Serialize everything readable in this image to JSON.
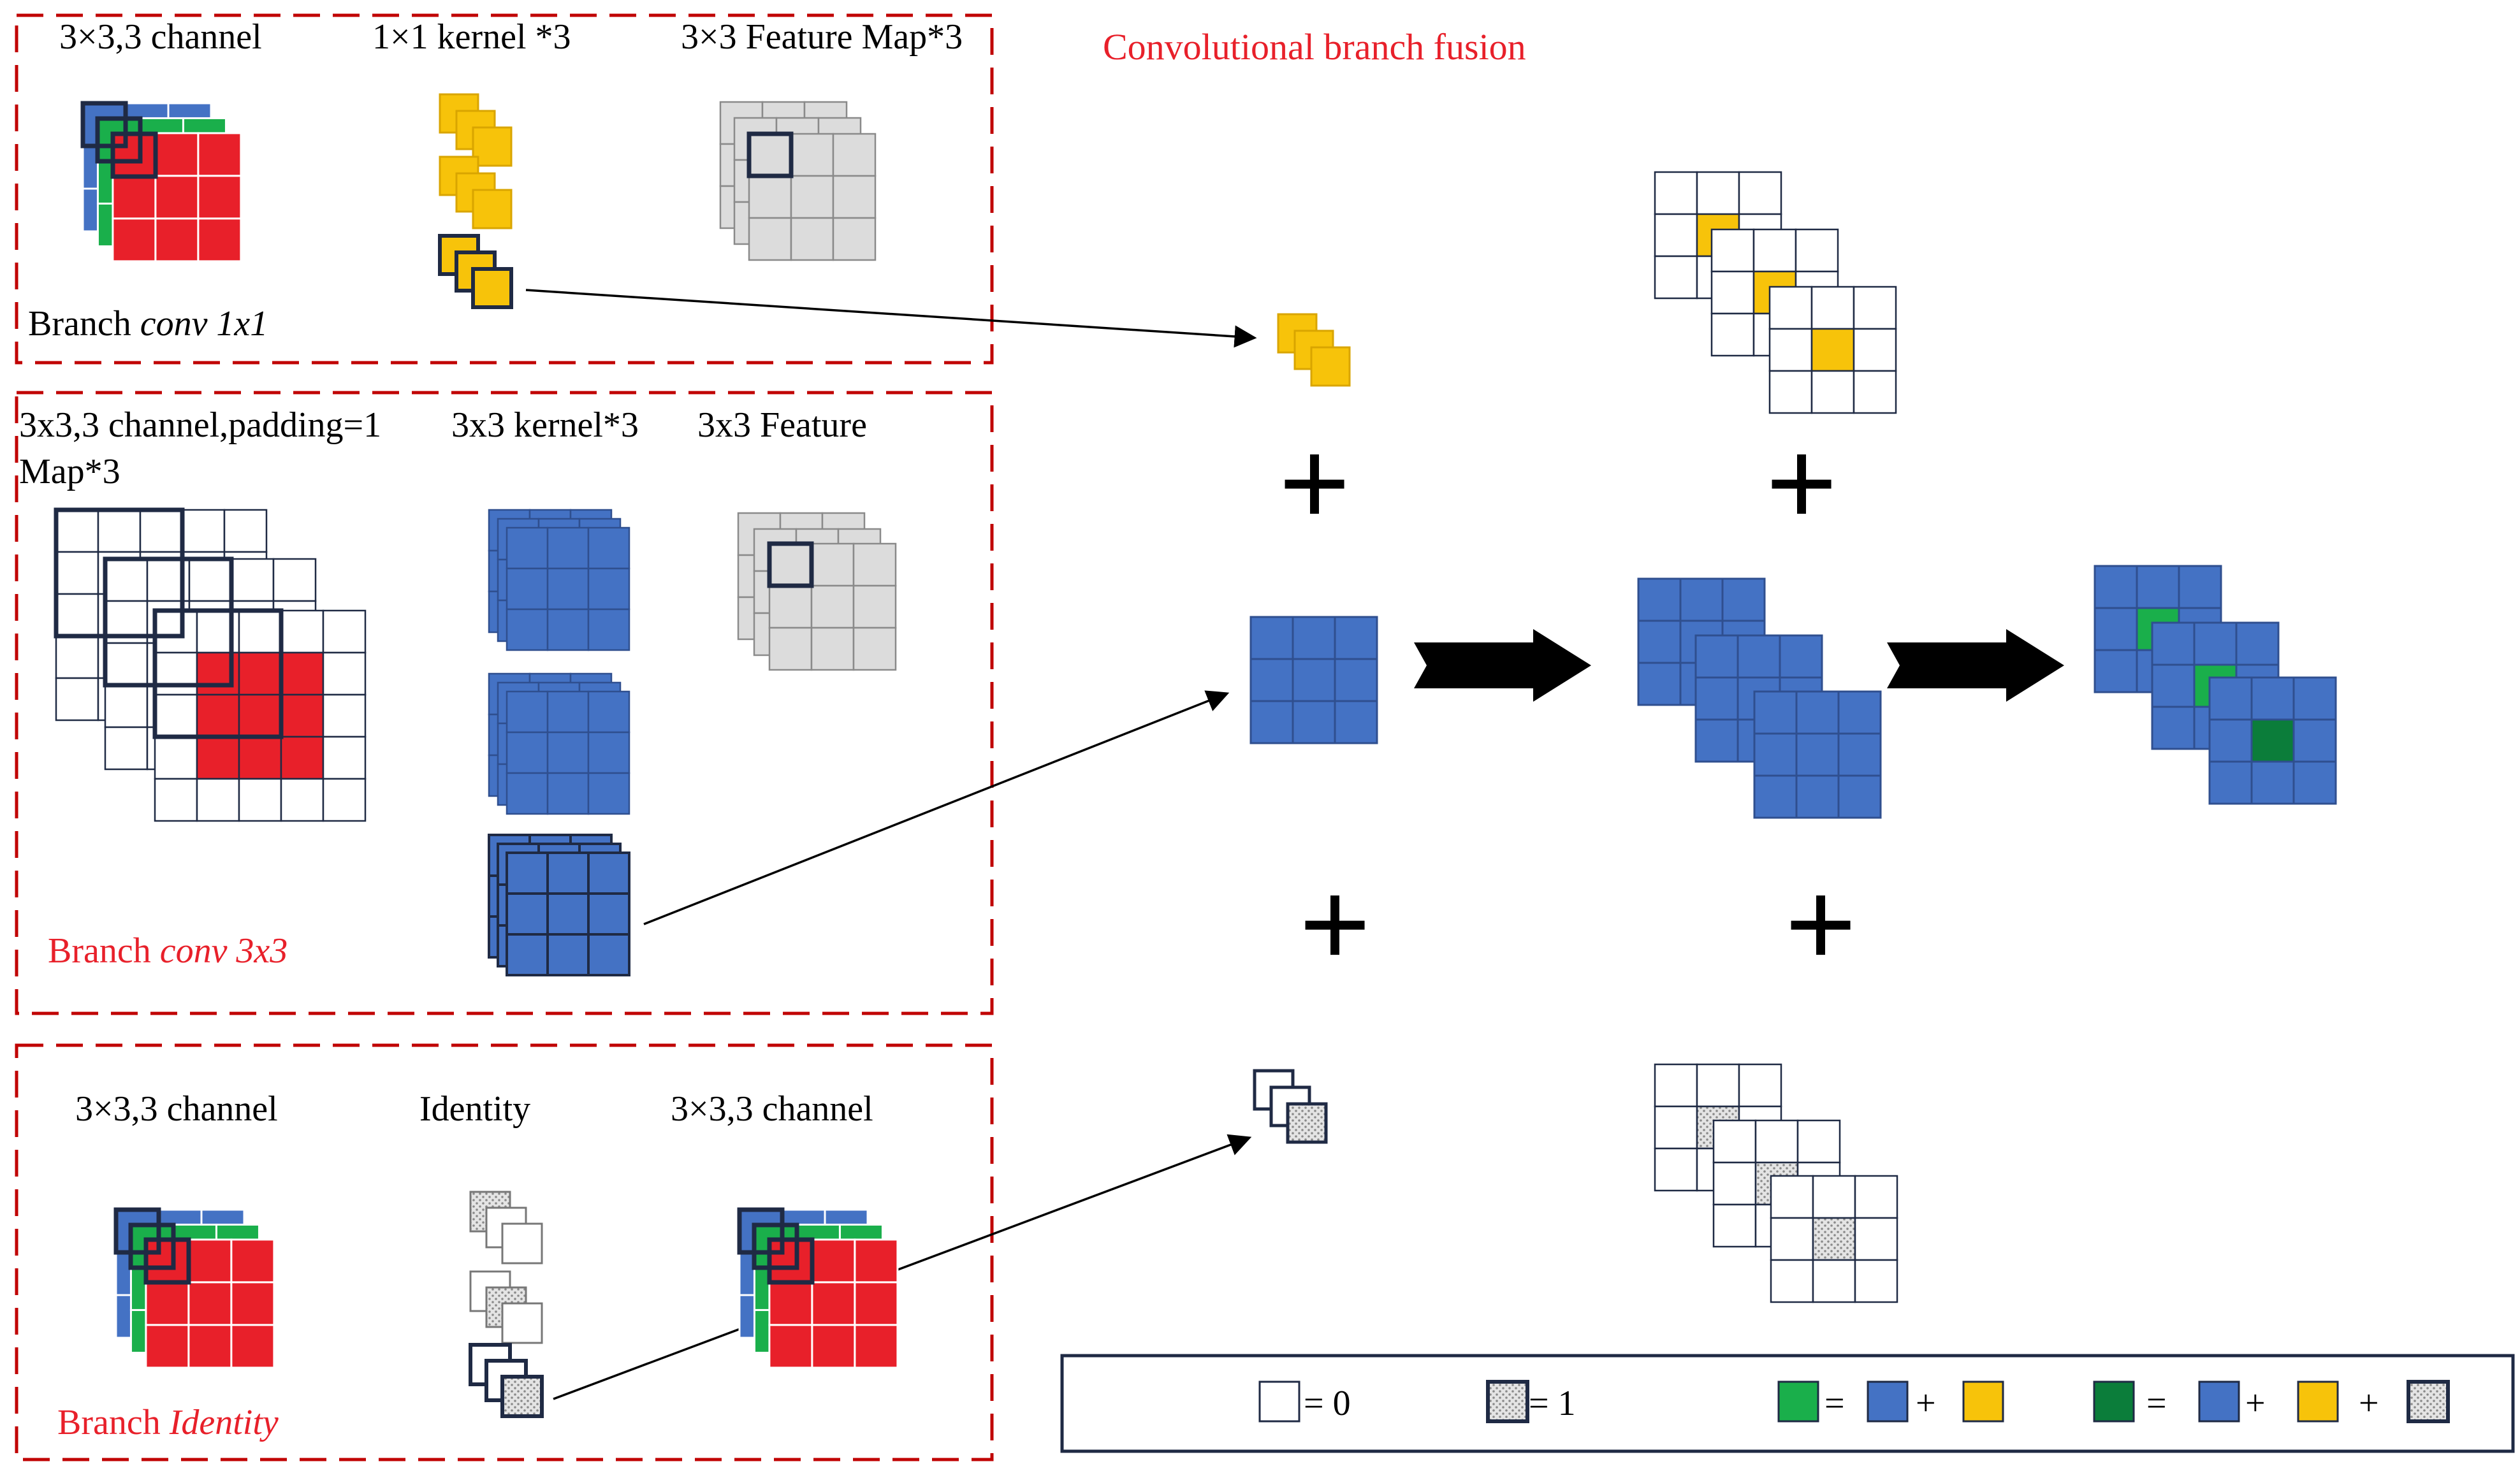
{
  "title": "Convolutional branch fusion",
  "colors": {
    "red": "#e8202a",
    "green": "#1aaf4b",
    "dark_green": "#0b7d3a",
    "blue": "#4472c4",
    "yellow": "#f7c30a",
    "gray": "#dcdcdc",
    "frame": "#c00000",
    "outline": "#1f2a44"
  },
  "branch_1x1": {
    "label_prefix": "Branch ",
    "label_italic": "conv 1x1",
    "col1": "3×3,3 channel",
    "col2": "1×1 kernel *3",
    "col3": "3×3 Feature Map*3"
  },
  "branch_3x3": {
    "label_prefix": "Branch ",
    "label_italic": "conv 3x3",
    "col1_line1": "3x3,3 channel,padding=1",
    "col1_line2": "Map*3",
    "col2": "3x3 kernel*3",
    "col3": "3x3 Feature"
  },
  "branch_identity": {
    "label_prefix": "Branch ",
    "label_italic": "Identity",
    "col1": "3×3,3 channel",
    "col2": "Identity",
    "col3": "3×3,3 channel"
  },
  "operators": {
    "plus": "+"
  },
  "legend": {
    "zero_label": "= 0",
    "one_label": "= 1",
    "eq": "=",
    "plus": "+"
  }
}
